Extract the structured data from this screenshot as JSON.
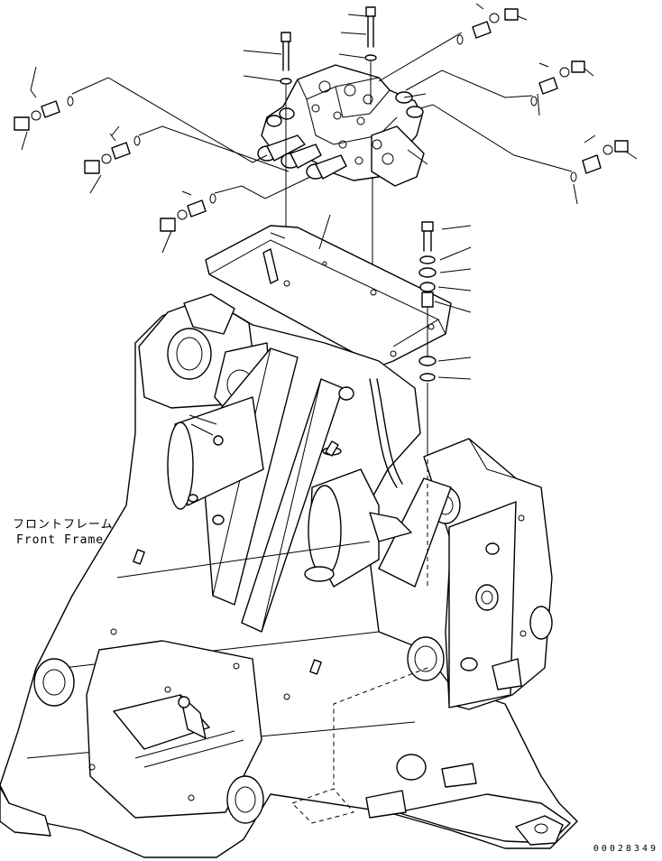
{
  "labels": {
    "assembly_jp": "フロントフレーム",
    "assembly_en": "Front Frame",
    "drawing_number": "00028349"
  },
  "colors": {
    "ink": "#000000",
    "paper": "#ffffff"
  }
}
